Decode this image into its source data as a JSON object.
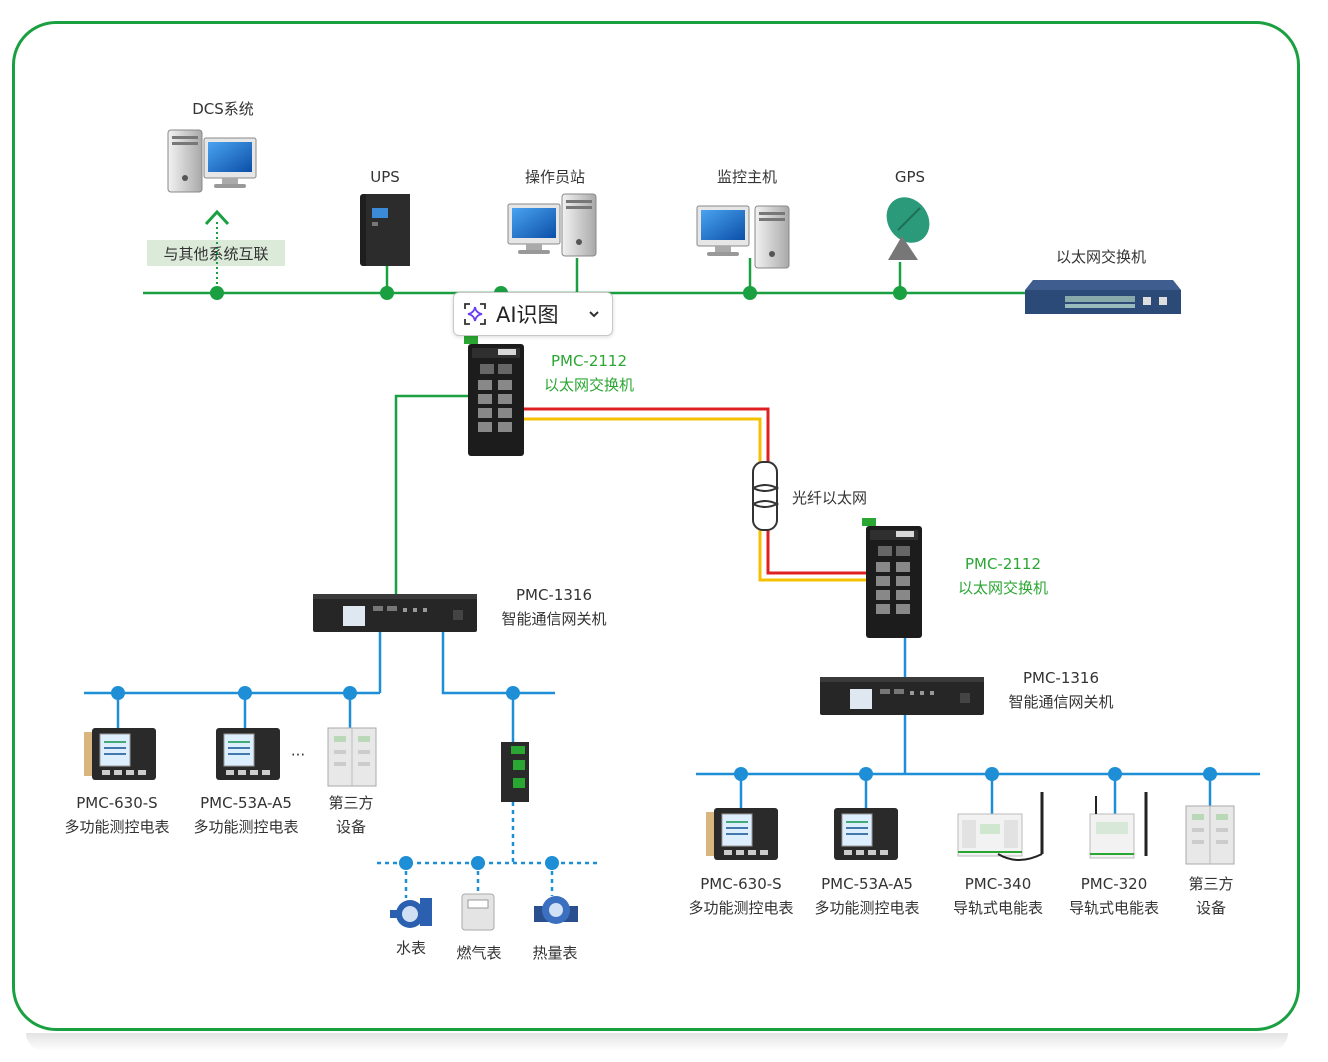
{
  "top": {
    "dcs": "DCS系统",
    "interlink": "与其他系统互联",
    "ups": "UPS",
    "operator": "操作员站",
    "monitor_host": "监控主机",
    "gps": "GPS",
    "ethernet_switch": "以太网交换机"
  },
  "ai_button": {
    "label": "AI识图"
  },
  "left": {
    "switch_model": "PMC-2112",
    "switch_name": "以太网交换机",
    "gateway_model": "PMC-1316",
    "gateway_name": "智能通信网关机",
    "devices": [
      {
        "model": "PMC-630-S",
        "name": "多功能测控电表"
      },
      {
        "model": "PMC-53A-A5",
        "name": "多功能测控电表"
      },
      {
        "model": "第三方",
        "name": "设备"
      }
    ],
    "ellipsis": "···",
    "meters": [
      "水表",
      "燃气表",
      "热量表"
    ]
  },
  "fiber": "光纤以太网",
  "right": {
    "switch_model": "PMC-2112",
    "switch_name": "以太网交换机",
    "gateway_model": "PMC-1316",
    "gateway_name": "智能通信网关机",
    "devices": [
      {
        "model": "PMC-630-S",
        "name": "多功能测控电表"
      },
      {
        "model": "PMC-53A-A5",
        "name": "多功能测控电表"
      },
      {
        "model": "PMC-340",
        "name": "导轨式电能表"
      },
      {
        "model": "PMC-320",
        "name": "导轨式电能表"
      },
      {
        "model": "第三方",
        "name": "设备"
      }
    ]
  },
  "colors": {
    "frame": "#1aa041",
    "ethernet_line": "#1aa041",
    "bus_blue": "#1e8fd6",
    "fiber_red": "#e02020",
    "fiber_yellow": "#f5c000",
    "green_text": "#2aa632"
  }
}
